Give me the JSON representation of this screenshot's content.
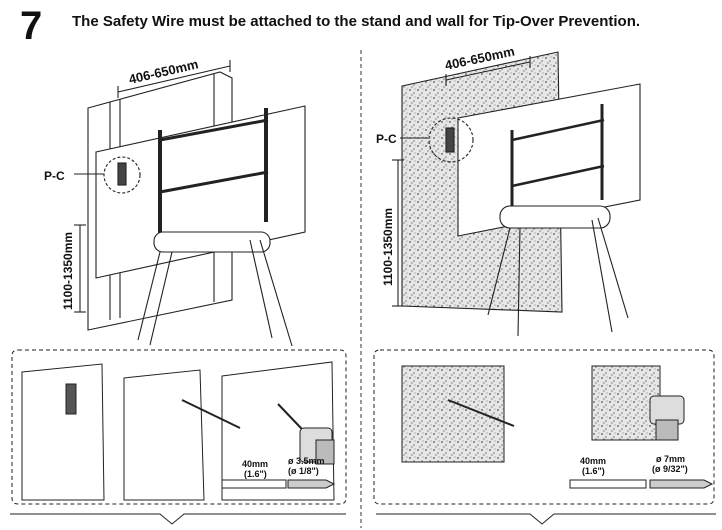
{
  "step": {
    "number": "7",
    "headline": "The Safety Wire must be attached to the stand and wall for Tip-Over Prevention."
  },
  "left_panel": {
    "width_label": "406-650mm",
    "height_label": "1100-1350mm",
    "part_label": "P-C",
    "drill_depth": "40mm",
    "drill_depth_in": "(1.6\")",
    "drill_bit": "ø 3.5mm",
    "drill_bit_in": "(ø 1/8\")"
  },
  "right_panel": {
    "width_label": "406-650mm",
    "height_label": "1100-1350mm",
    "part_label": "P-C",
    "drill_depth": "40mm",
    "drill_depth_in": "(1.6\")",
    "drill_bit": "ø 7mm",
    "drill_bit_in": "(ø 9/32\")"
  },
  "icons": [
    "drill-icon",
    "pencil-icon",
    "screw-icon",
    "wall-texture"
  ]
}
